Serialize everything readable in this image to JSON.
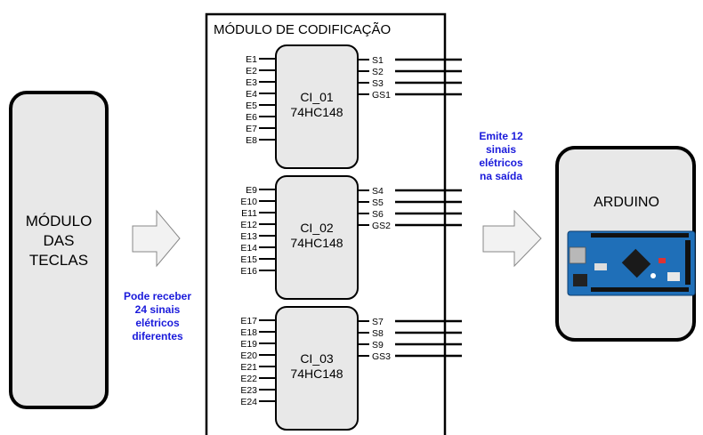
{
  "module_teclas": {
    "lines": [
      "MÓDULO",
      "DAS",
      "TECLAS"
    ]
  },
  "encoding_module": {
    "title": "MÓDULO DE CODIFICAÇÃO"
  },
  "chips": [
    {
      "name": "CI_01",
      "part": "74HC148",
      "inputs": [
        "E1",
        "E2",
        "E3",
        "E4",
        "E5",
        "E6",
        "E7",
        "E8"
      ],
      "outputs": [
        "S1",
        "S2",
        "S3",
        "GS1"
      ]
    },
    {
      "name": "CI_02",
      "part": "74HC148",
      "inputs": [
        "E9",
        "E10",
        "E11",
        "E12",
        "E13",
        "E14",
        "E15",
        "E16"
      ],
      "outputs": [
        "S4",
        "S5",
        "S6",
        "GS2"
      ]
    },
    {
      "name": "CI_03",
      "part": "74HC148",
      "inputs": [
        "E17",
        "E18",
        "E19",
        "E20",
        "E21",
        "E22",
        "E23",
        "E24"
      ],
      "outputs": [
        "S7",
        "S8",
        "S9",
        "GS3"
      ]
    }
  ],
  "input_note": {
    "lines": [
      "Pode receber",
      "24 sinais",
      "elétricos",
      "diferentes"
    ]
  },
  "output_note": {
    "lines": [
      "Emite 12",
      "sinais",
      "elétricos",
      "na saída"
    ]
  },
  "arduino": {
    "title": "ARDUINO"
  },
  "colors": {
    "note_blue": "#1a1adb",
    "box_fill": "#e8e8e8",
    "arrow_fill": "#f2f2f2",
    "board_blue": "#1f6fb8"
  }
}
